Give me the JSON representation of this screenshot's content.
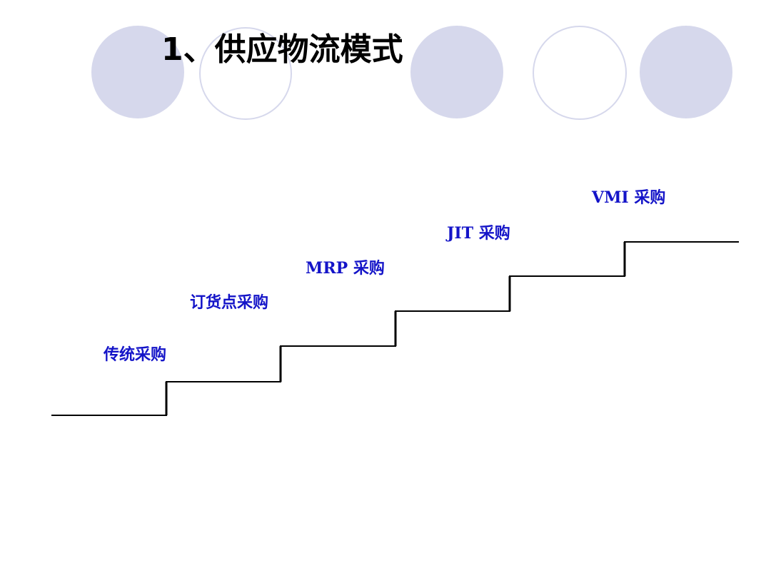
{
  "slide": {
    "title": "1、供应物流模式",
    "accent_circle_color": "#d6d8ec"
  },
  "stairs": {
    "line_color": "#000000",
    "label_color": "#1414c8",
    "steps": [
      {
        "label": "传统采购"
      },
      {
        "label": "订货点采购"
      },
      {
        "label": "MRP 采购"
      },
      {
        "label": "JIT 采购"
      },
      {
        "label": "VMI 采购"
      }
    ]
  }
}
